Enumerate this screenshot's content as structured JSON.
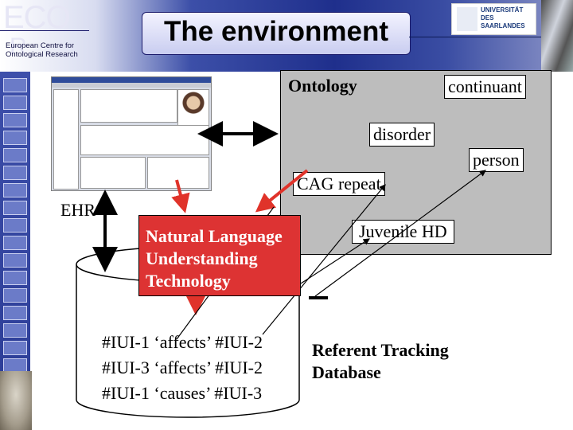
{
  "header": {
    "logo_main": "ECO",
    "logo_second": "R",
    "logo_subtitle": "European Centre for Ontological Research",
    "title": "The environment",
    "university": "UNIVERSITÄT DES SAARLANDES"
  },
  "diagram": {
    "ontology_label": "Ontology",
    "terms": {
      "continuant": "continuant",
      "disorder": "disorder",
      "person": "person",
      "cag_repeat": "CAG repeat",
      "juvenile_hd": "Juvenile HD"
    },
    "ehr_label": "EHR",
    "nlu_label": "Natural Language Understanding Technology",
    "nlu_lines": [
      "Natural Language",
      "Understanding",
      "Technology"
    ],
    "database_entries": [
      "#IUI-1 ‘affects’ #IUI-2",
      "#IUI-3 ‘affects’ #IUI-2",
      "#IUI-1 ‘causes’ #IUI-3"
    ],
    "database_label_lines": [
      "Referent Tracking",
      "Database"
    ]
  },
  "colors": {
    "nlu_fill": "#dd3333",
    "arrow_red": "#e0332a",
    "ontology_fill": "#bdbdbd",
    "sidebar": "#2a3b95"
  }
}
